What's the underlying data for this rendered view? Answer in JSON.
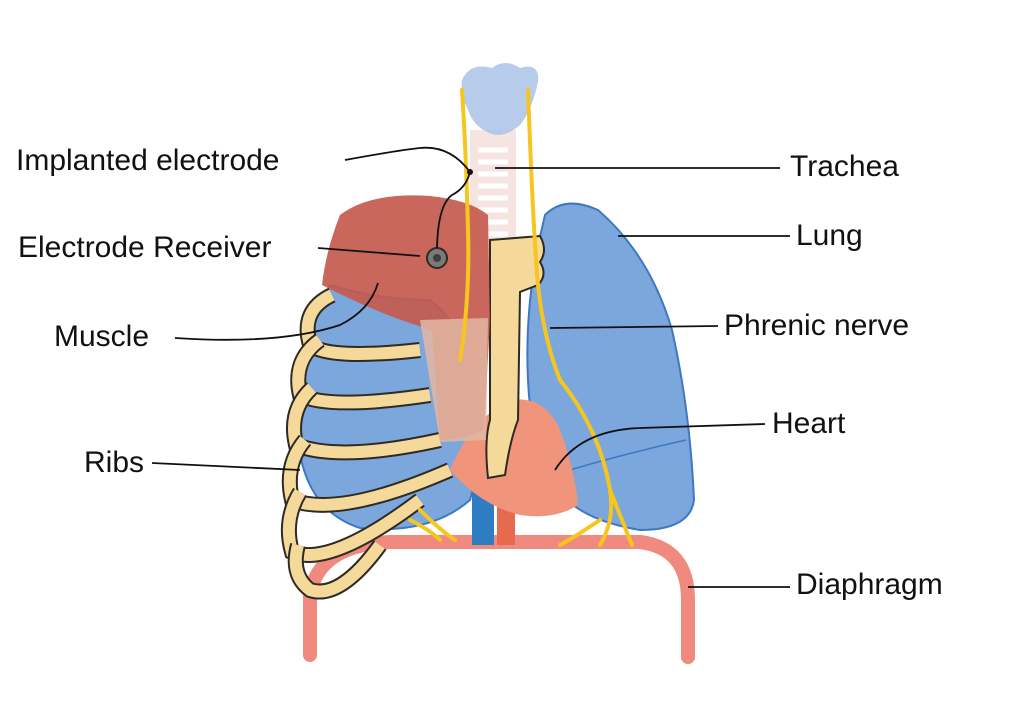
{
  "labels": {
    "implanted_electrode": "Implanted electrode",
    "electrode_receiver": "Electrode Receiver",
    "muscle": "Muscle",
    "ribs": "Ribs",
    "trachea": "Trachea",
    "lung": "Lung",
    "phrenic_nerve": "Phrenic nerve",
    "heart": "Heart",
    "diaphragm": "Diaphragm"
  },
  "colors": {
    "lung": "#7BA7DC",
    "lung_outline": "#3F78C2",
    "bone": "#F4D99A",
    "bone_outline": "#2E2A24",
    "muscle": "#C65A4E",
    "nerve": "#F7C61E",
    "heart": "#F0947C",
    "diaphragm": "#F08A7E",
    "vein": "#2E7CC2",
    "artery": "#E86A4E",
    "larynx": "#A9C3E6"
  }
}
